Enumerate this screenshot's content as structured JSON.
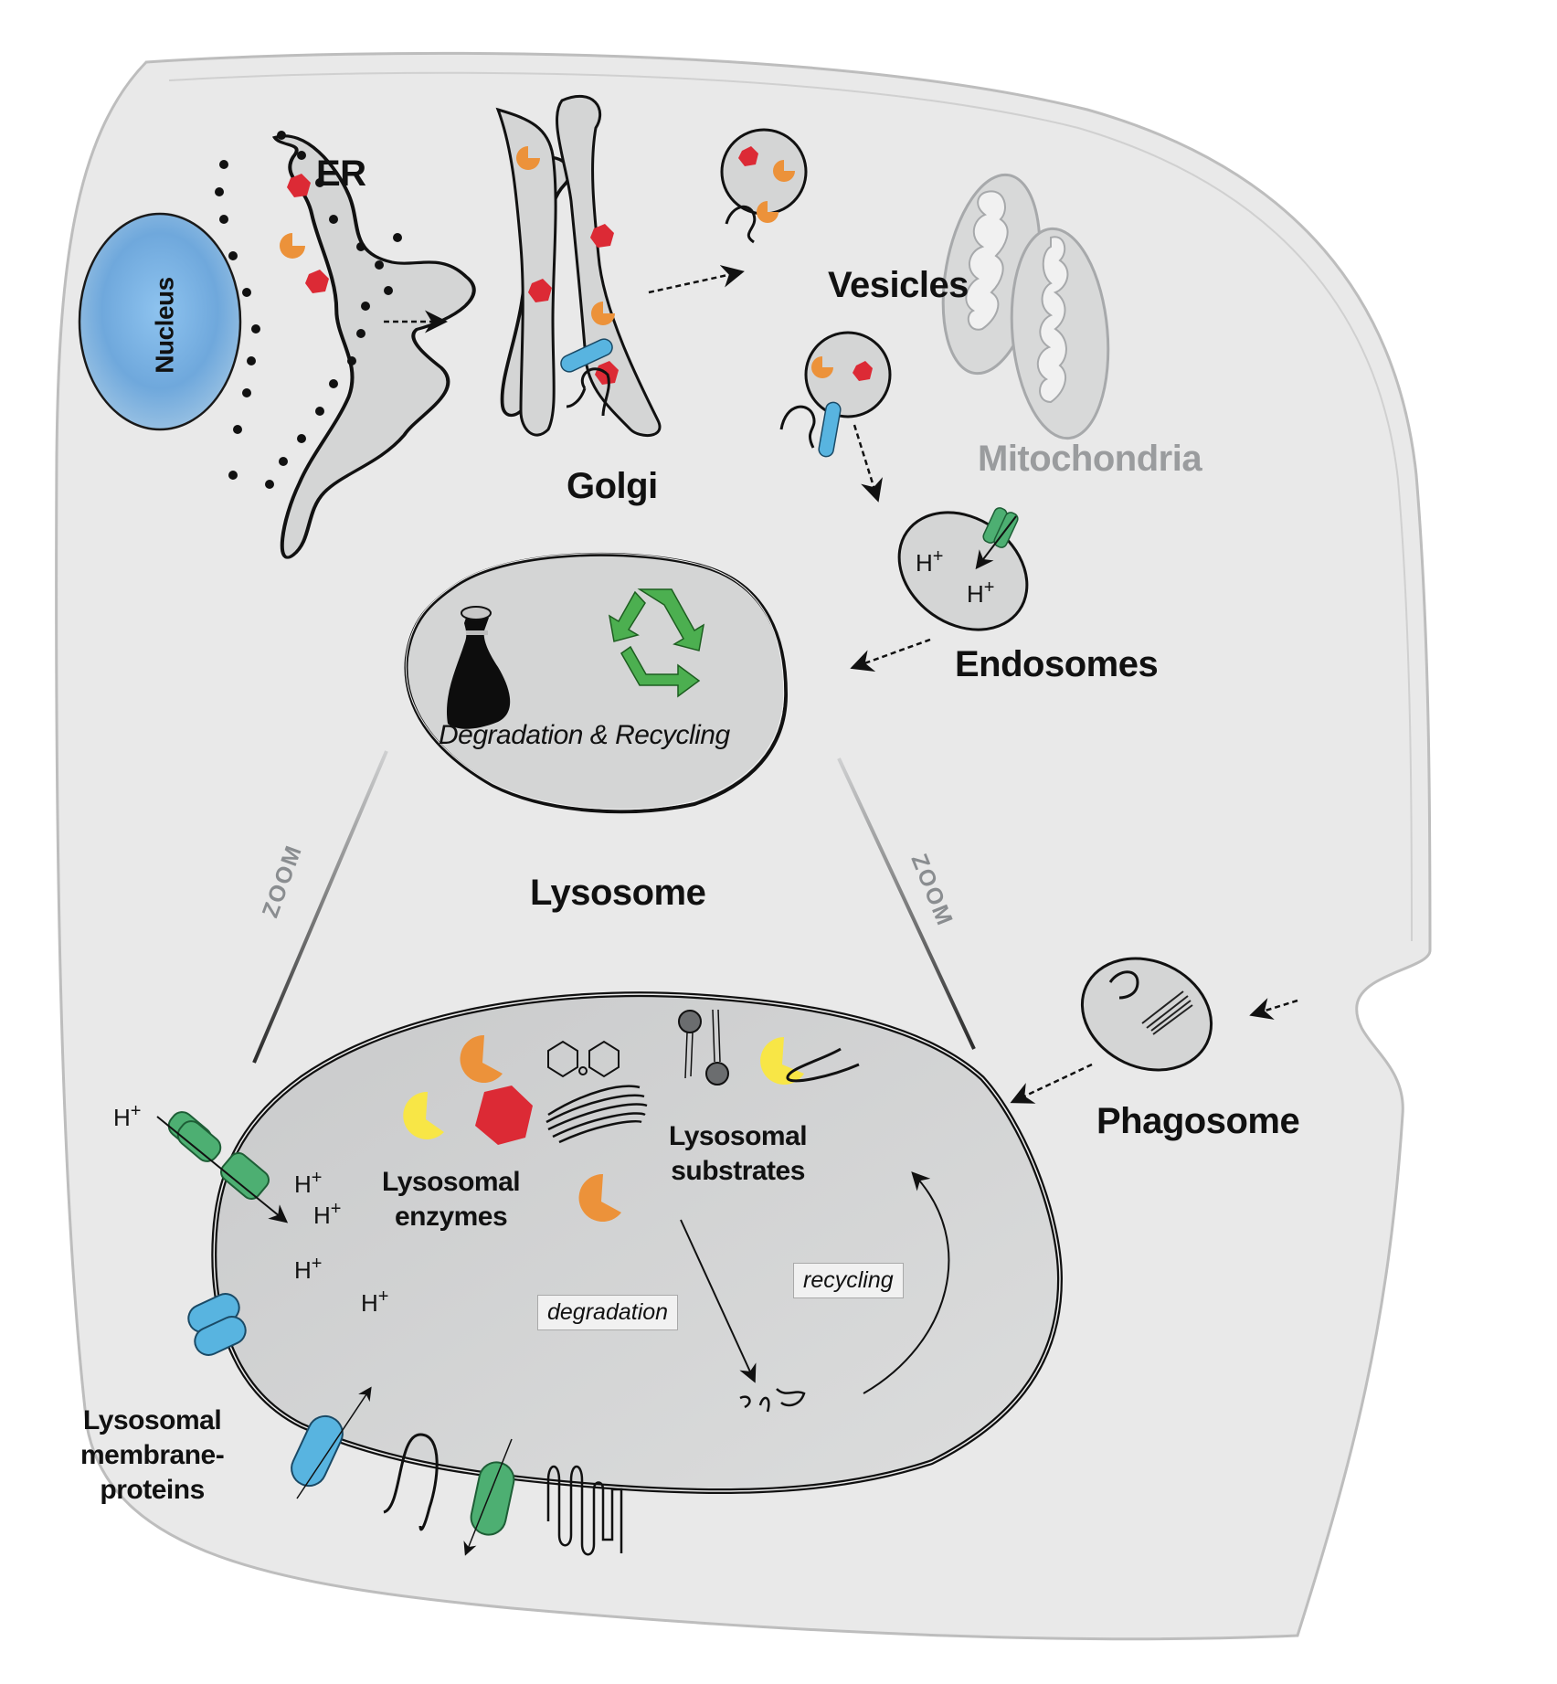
{
  "figure": {
    "title": "Lysosome biogenesis and function within the cell",
    "organelles": {
      "nucleus": "Nucleus",
      "er": "ER",
      "golgi": "Golgi",
      "vesicles": "Vesicles",
      "mitochondria": "Mitochondria",
      "endosomes": "Endosomes",
      "lysosome": "Lysosome",
      "phagosome": "Phagosome"
    },
    "lysosome_overview": {
      "caption": "Degradation & Recycling"
    },
    "zoom_labels": [
      "ZOOM",
      "ZOOM"
    ],
    "lysosome_detail": {
      "enzymes_label_line1": "Lysosomal",
      "enzymes_label_line2": "enzymes",
      "substrates_label_line1": "Lysosomal",
      "substrates_label_line2": "substrates",
      "membrane_proteins_line1": "Lysosomal",
      "membrane_proteins_line2": "membrane-",
      "membrane_proteins_line3": "proteins",
      "degradation_tag": "degradation",
      "recycling_tag": "recycling",
      "proton": "H",
      "proton_charge": "+"
    },
    "colors": {
      "cell_fill": "#e8e8e8",
      "organelle_fill": "#d4d5d5",
      "nucleus": "#6fa8dc",
      "enzyme_orange": "#ec923a",
      "enzyme_yellow": "#f8e646",
      "enzyme_red": "#dc2a35",
      "transporter_green": "#4daf72",
      "transporter_blue": "#58b4e0",
      "recycle_green": "#4caf50",
      "mito_grey": "#9a9c9e"
    },
    "icons": {
      "trash": "trash-bag-icon",
      "recycle": "recycle-icon"
    }
  }
}
